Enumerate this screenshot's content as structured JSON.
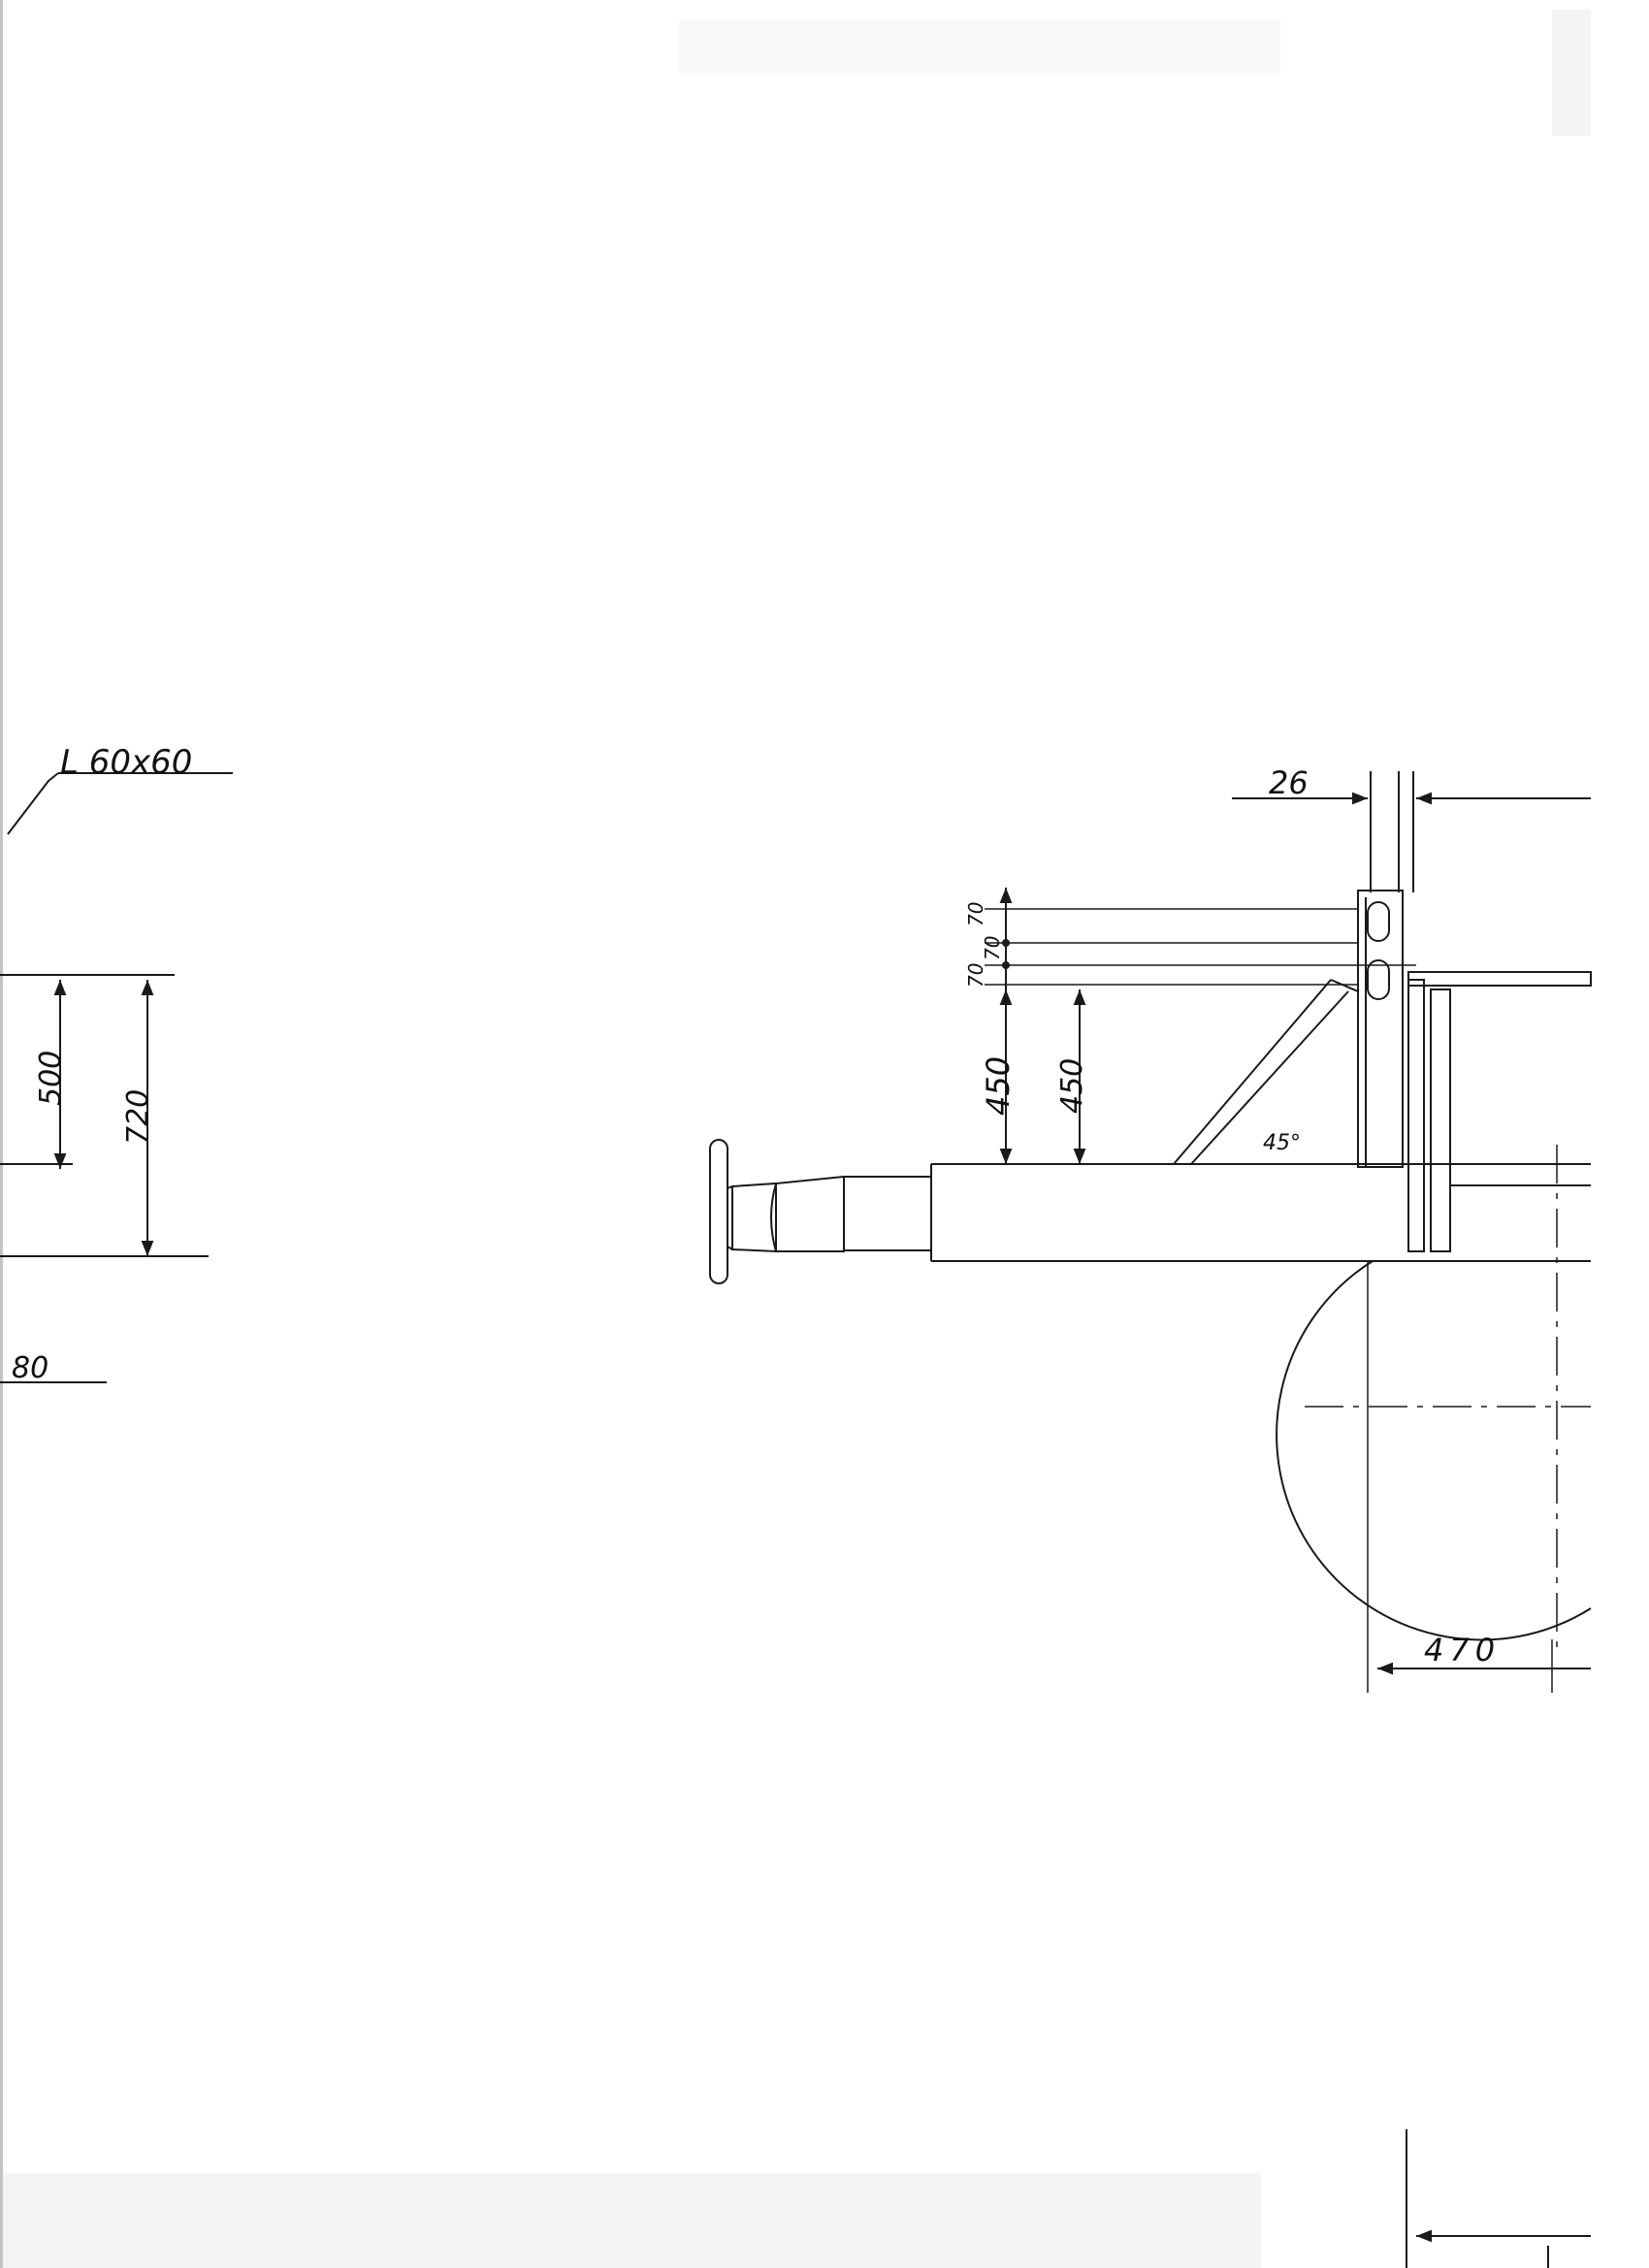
{
  "drawing": {
    "labels": {
      "angle_profile": "L 60x60",
      "dim_500": "500",
      "dim_720": "720",
      "dim_80": "80",
      "dim_26": "26",
      "dim_70_a": "70",
      "dim_70_b": "70",
      "dim_70_c": "70",
      "dim_450_outer": "450",
      "dim_450_inner": "450",
      "angle_45": "45°",
      "dim_470": "470"
    },
    "colors": {
      "ink": "#1a1a1a",
      "paper": "#ffffff",
      "smudge": "#bdbdbd"
    }
  }
}
